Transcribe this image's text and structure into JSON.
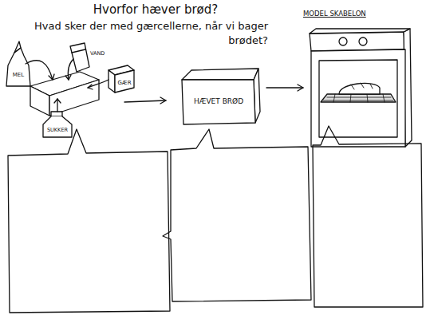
{
  "diagram": {
    "title": "Hvorfor hæver brød?",
    "nodes": [
      {
        "text": [
          "HÆVET BRØD"
        ]
      }
    ],
    "labels": [
      "Hvad sker der med gærcellerne, når vi bager brødet?",
      "MODEL SKABELON",
      "MEL",
      "VAND",
      "GÆR",
      "SUKKER"
    ]
  }
}
